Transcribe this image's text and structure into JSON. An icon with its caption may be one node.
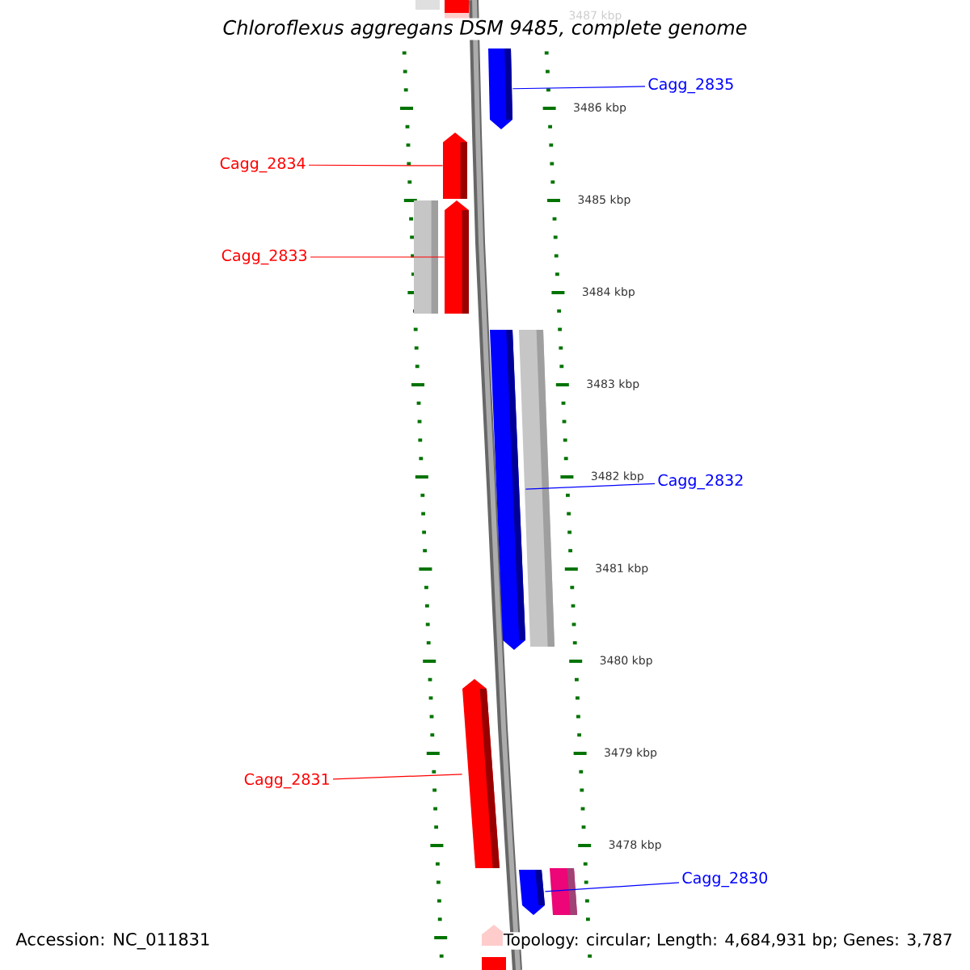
{
  "diagram": {
    "title": "Chloroflexus aggregans DSM 9485, complete genome",
    "nodes": [
      {
        "text": [
          "Cagg_2835"
        ]
      },
      {
        "text": [],
        "shape": "bar"
      },
      {
        "text": [
          "Cagg_2834"
        ]
      },
      {
        "text": [],
        "shape": "bar"
      },
      {
        "text": [
          "Cagg_2833"
        ]
      },
      {
        "text": [],
        "shape": "bar"
      },
      {
        "text": [],
        "shape": "bar"
      },
      {
        "text": [],
        "shape": "bar"
      },
      {
        "text": [],
        "shape": "bar"
      },
      {
        "text": [
          "Cagg_2832"
        ]
      },
      {
        "text": [
          "Cagg_2831"
        ]
      },
      {
        "text": [],
        "shape": "bar"
      },
      {
        "text": [],
        "shape": "bar"
      },
      {
        "text": [],
        "shape": "bar"
      },
      {
        "text": [
          "Cagg_2830"
        ]
      }
    ],
    "edges": [
      {
        "from": 0,
        "to": 1,
        "arrow": "none",
        "color": "#0000ff"
      },
      {
        "from": 2,
        "to": 3,
        "arrow": "none",
        "color": "#ff0000"
      },
      {
        "from": 4,
        "to": 6,
        "arrow": "none",
        "color": "#ff0000"
      },
      {
        "from": 9,
        "to": 7,
        "arrow": "none",
        "color": "#0000ff"
      },
      {
        "from": 10,
        "to": 11,
        "arrow": "none",
        "color": "#ff0000"
      },
      {
        "from": 14,
        "to": 12,
        "arrow": "none",
        "color": "#0000ff"
      }
    ],
    "labels": [
      "3487 kbp",
      "3486 kbp",
      "3485 kbp",
      "3484 kbp",
      "3483 kbp",
      "3482 kbp",
      "3481 kbp",
      "3480 kbp",
      "3479 kbp",
      "3478 kbp",
      "Accession: NC_011831",
      "Topology: circular; Length: 4,684,931 bp; Genes: 3,787"
    ]
  }
}
